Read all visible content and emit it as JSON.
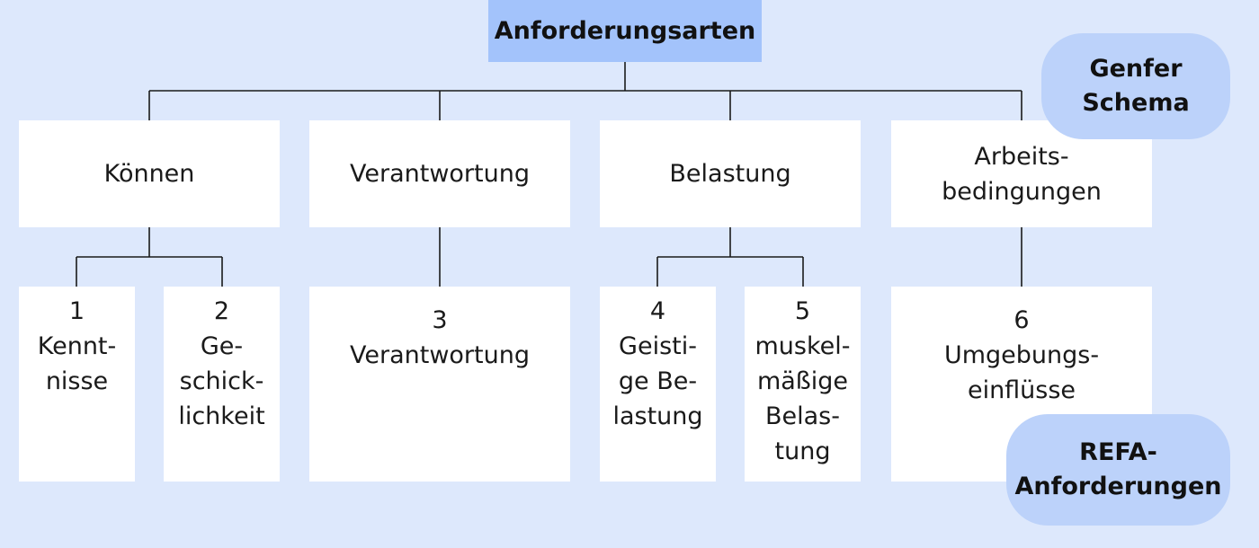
{
  "title": "Anforderungsarten",
  "genfer_label": [
    "Genfer",
    "Schema"
  ],
  "refa_label": [
    "REFA-",
    "Anforderungen"
  ],
  "categories": [
    [
      "Können"
    ],
    [
      "Verantwortung"
    ],
    [
      "Belastung"
    ],
    [
      "Arbeits-",
      "bedingungen"
    ]
  ],
  "requirements": [
    [
      "1",
      "Kennt-",
      "nisse"
    ],
    [
      "2",
      "Ge-",
      "schick-",
      "lichkeit"
    ],
    [
      "3",
      "Verantwortung"
    ],
    [
      "4",
      "Geisti-",
      "ge Be-",
      "lastung"
    ],
    [
      "5",
      "muskel-",
      "mäßige",
      "Belas-",
      "tung"
    ],
    [
      "6",
      "Umgebungs-",
      "einflüsse"
    ]
  ],
  "colors": {
    "background": "#dde8fc",
    "title_fill": "#a3c3fb",
    "pill_fill": "#bcd2fa",
    "box_fill": "#ffffff"
  }
}
